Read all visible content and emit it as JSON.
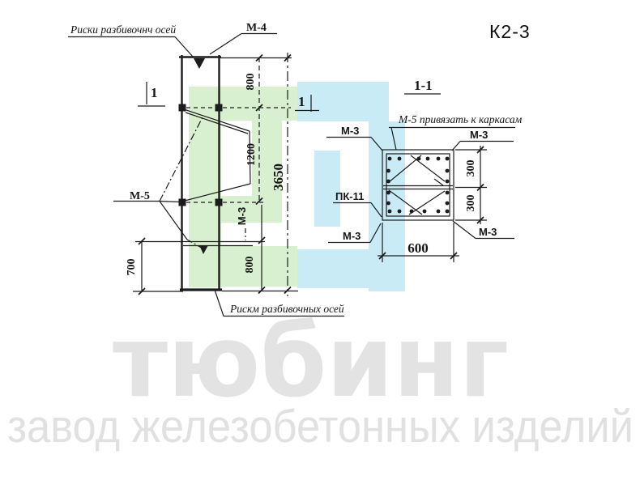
{
  "colors": {
    "green": "#d9f0d0",
    "cyan": "#c8ebf6",
    "ink": "#1c1c1c",
    "watermark_big": "#e3e3e3",
    "watermark_sub": "#e1e1e1"
  },
  "header": {
    "drawing_code": "К2-3"
  },
  "elevation": {
    "label_riski_top": "Риски разбивочнч осей",
    "label_m4": "М-4",
    "label_m5": "М-5",
    "label_m3_vertical": "М-3",
    "label_riski_bottom": "Рискм разбивочных осей",
    "section_cut_mark": "1",
    "dim_800_top": "800",
    "dim_1200": "1200",
    "dim_3650": "3650",
    "dim_800_bottom": "800",
    "dim_700": "700"
  },
  "section": {
    "title": "1-1",
    "note_m5": "М-5 привязать к каркасам",
    "label_m3_top_left": "М-3",
    "label_m3_top_right": "М-3",
    "label_pk11": "ПК-11",
    "label_m3_bottom_left": "М-3",
    "label_m3_bottom_right": "М-3",
    "dim_300_top": "300",
    "dim_300_bottom": "300",
    "dim_600": "600"
  },
  "watermark": {
    "big": "тюбинг",
    "sub": "завод железобетонных изделий"
  }
}
